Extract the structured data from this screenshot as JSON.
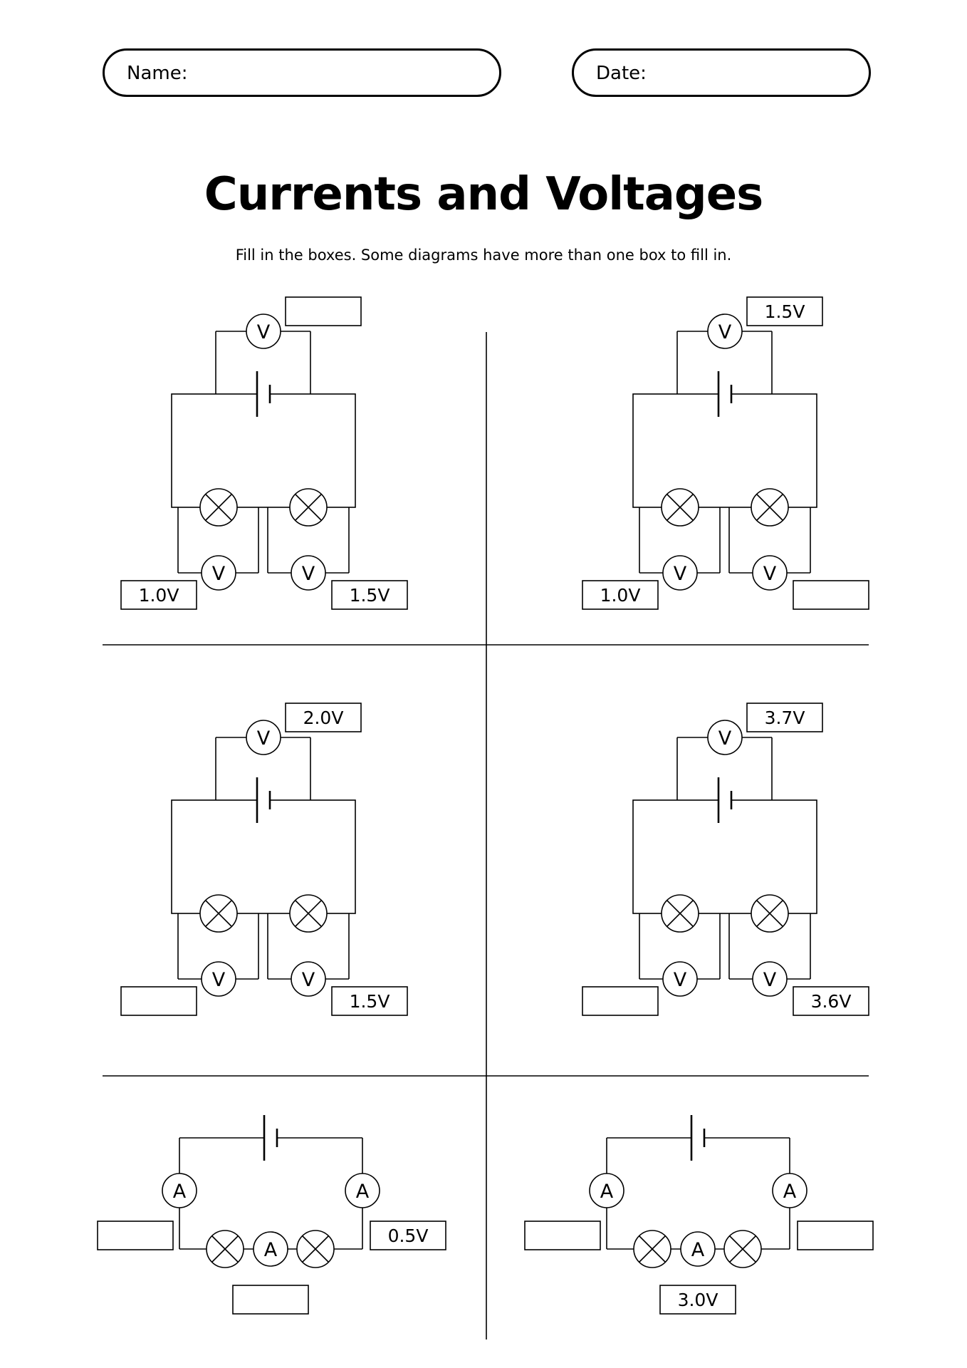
{
  "header": {
    "name_label": "Name:",
    "date_label": "Date:"
  },
  "title": "Currents and Voltages",
  "instructions": "Fill in the boxes. Some diagrams have more than one box to fill in.",
  "meter_symbols": {
    "voltmeter": "V",
    "ammeter": "A"
  },
  "voltage_circuits": [
    {
      "battery_box": "",
      "left_lamp_box": "1.0V",
      "right_lamp_box": "1.5V"
    },
    {
      "battery_box": "1.5V",
      "left_lamp_box": "1.0V",
      "right_lamp_box": ""
    },
    {
      "battery_box": "2.0V",
      "left_lamp_box": "",
      "right_lamp_box": "1.5V"
    },
    {
      "battery_box": "3.7V",
      "left_lamp_box": "",
      "right_lamp_box": "3.6V"
    }
  ],
  "current_circuits": [
    {
      "left_box": "",
      "right_box": "0.5V",
      "bottom_box": ""
    },
    {
      "left_box": "",
      "right_box": "",
      "bottom_box": "3.0V"
    }
  ]
}
